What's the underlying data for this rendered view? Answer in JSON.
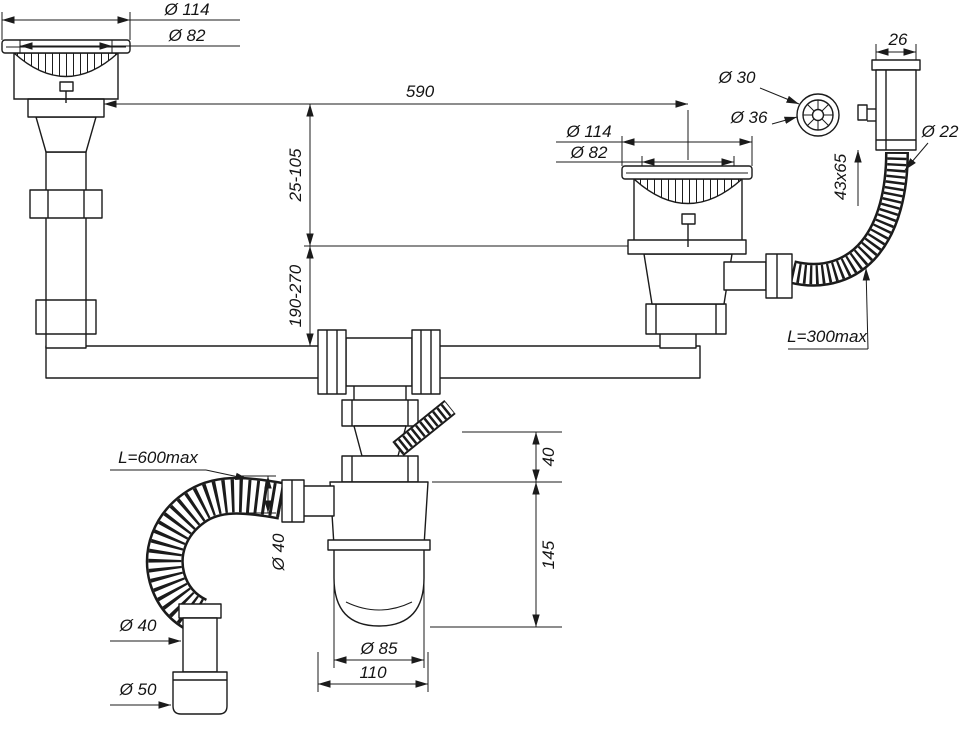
{
  "drawing": {
    "left_strainer": {
      "outer_dia": "Ø 114",
      "inner_dia": "Ø 82"
    },
    "right_strainer": {
      "outer_dia": "Ø 114",
      "inner_dia": "Ø 82"
    },
    "spacing": {
      "centers": "590",
      "upper_range": "25-105",
      "lower_range": "190-270"
    },
    "overflow": {
      "cap_dia": "Ø 30",
      "ring_dia": "Ø 36",
      "body_width": "26",
      "hose_dia": "Ø 22",
      "body_size": "43x65",
      "hose_length": "L=300max"
    },
    "trap": {
      "inlet_offset": "40",
      "height": "145",
      "cup_dia": "Ø 85",
      "width": "110"
    },
    "outlet": {
      "hose_length": "L=600max",
      "hose_dia": "Ø 40",
      "tube_dia": "Ø 40",
      "cuff_dia": "Ø 50"
    }
  },
  "colors": {
    "line": "#1b1b1b",
    "background": "#ffffff"
  }
}
